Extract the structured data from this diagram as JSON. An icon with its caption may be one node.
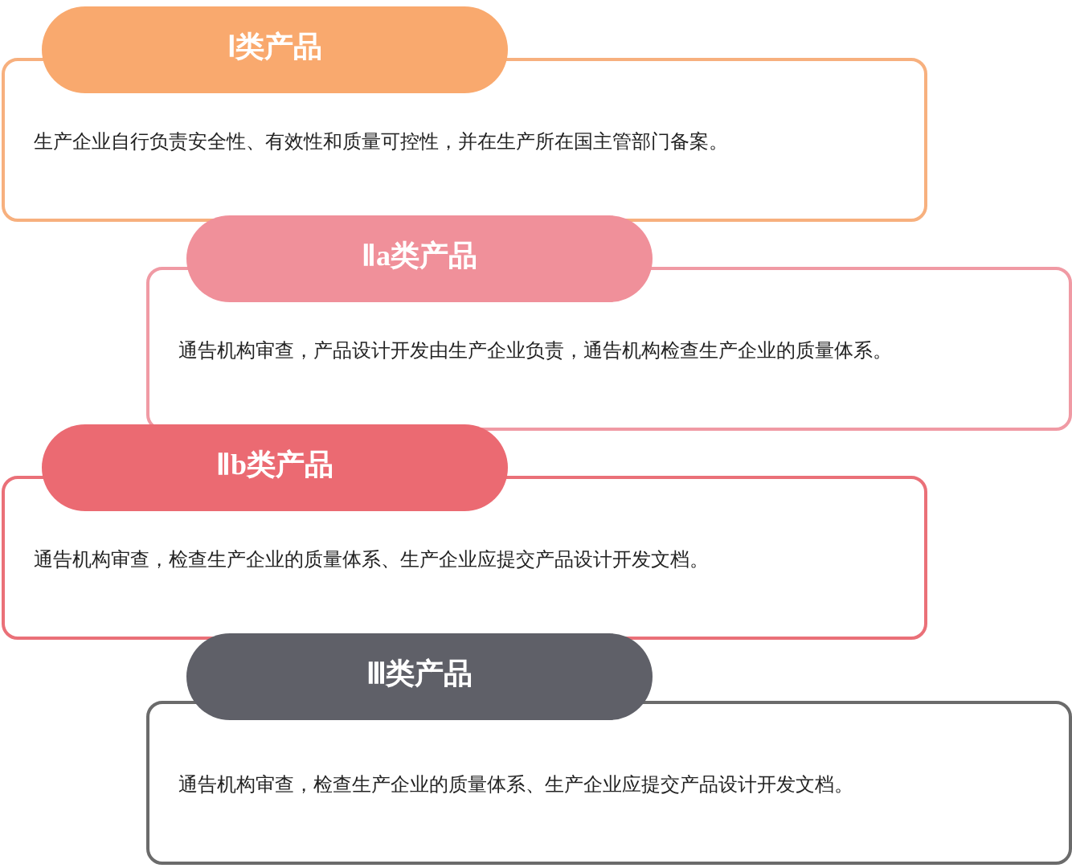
{
  "diagram": {
    "nodes": [
      {
        "text": [
          "Ⅰ类产品"
        ]
      },
      {
        "text": [
          "生产企业自行负责安全性、有效性和质量可控性，并在生产所在国主管部门备案。"
        ]
      },
      {
        "text": [
          "Ⅱa类产品"
        ]
      },
      {
        "text": [
          "通告机构审查，产品设计开发由生产企业负责，通告机构检查生产企业的质量体系。"
        ]
      },
      {
        "text": [
          "Ⅱb类产品"
        ]
      },
      {
        "text": [
          "通告机构审查，检查生产企业的质量体系、生产企业应提交产品设计开发文档。"
        ]
      },
      {
        "text": [
          "Ⅲ类产品"
        ]
      },
      {
        "text": [
          "通告机构审查，检查生产企业的质量体系、生产企业应提交产品设计开发文档。"
        ]
      }
    ]
  }
}
